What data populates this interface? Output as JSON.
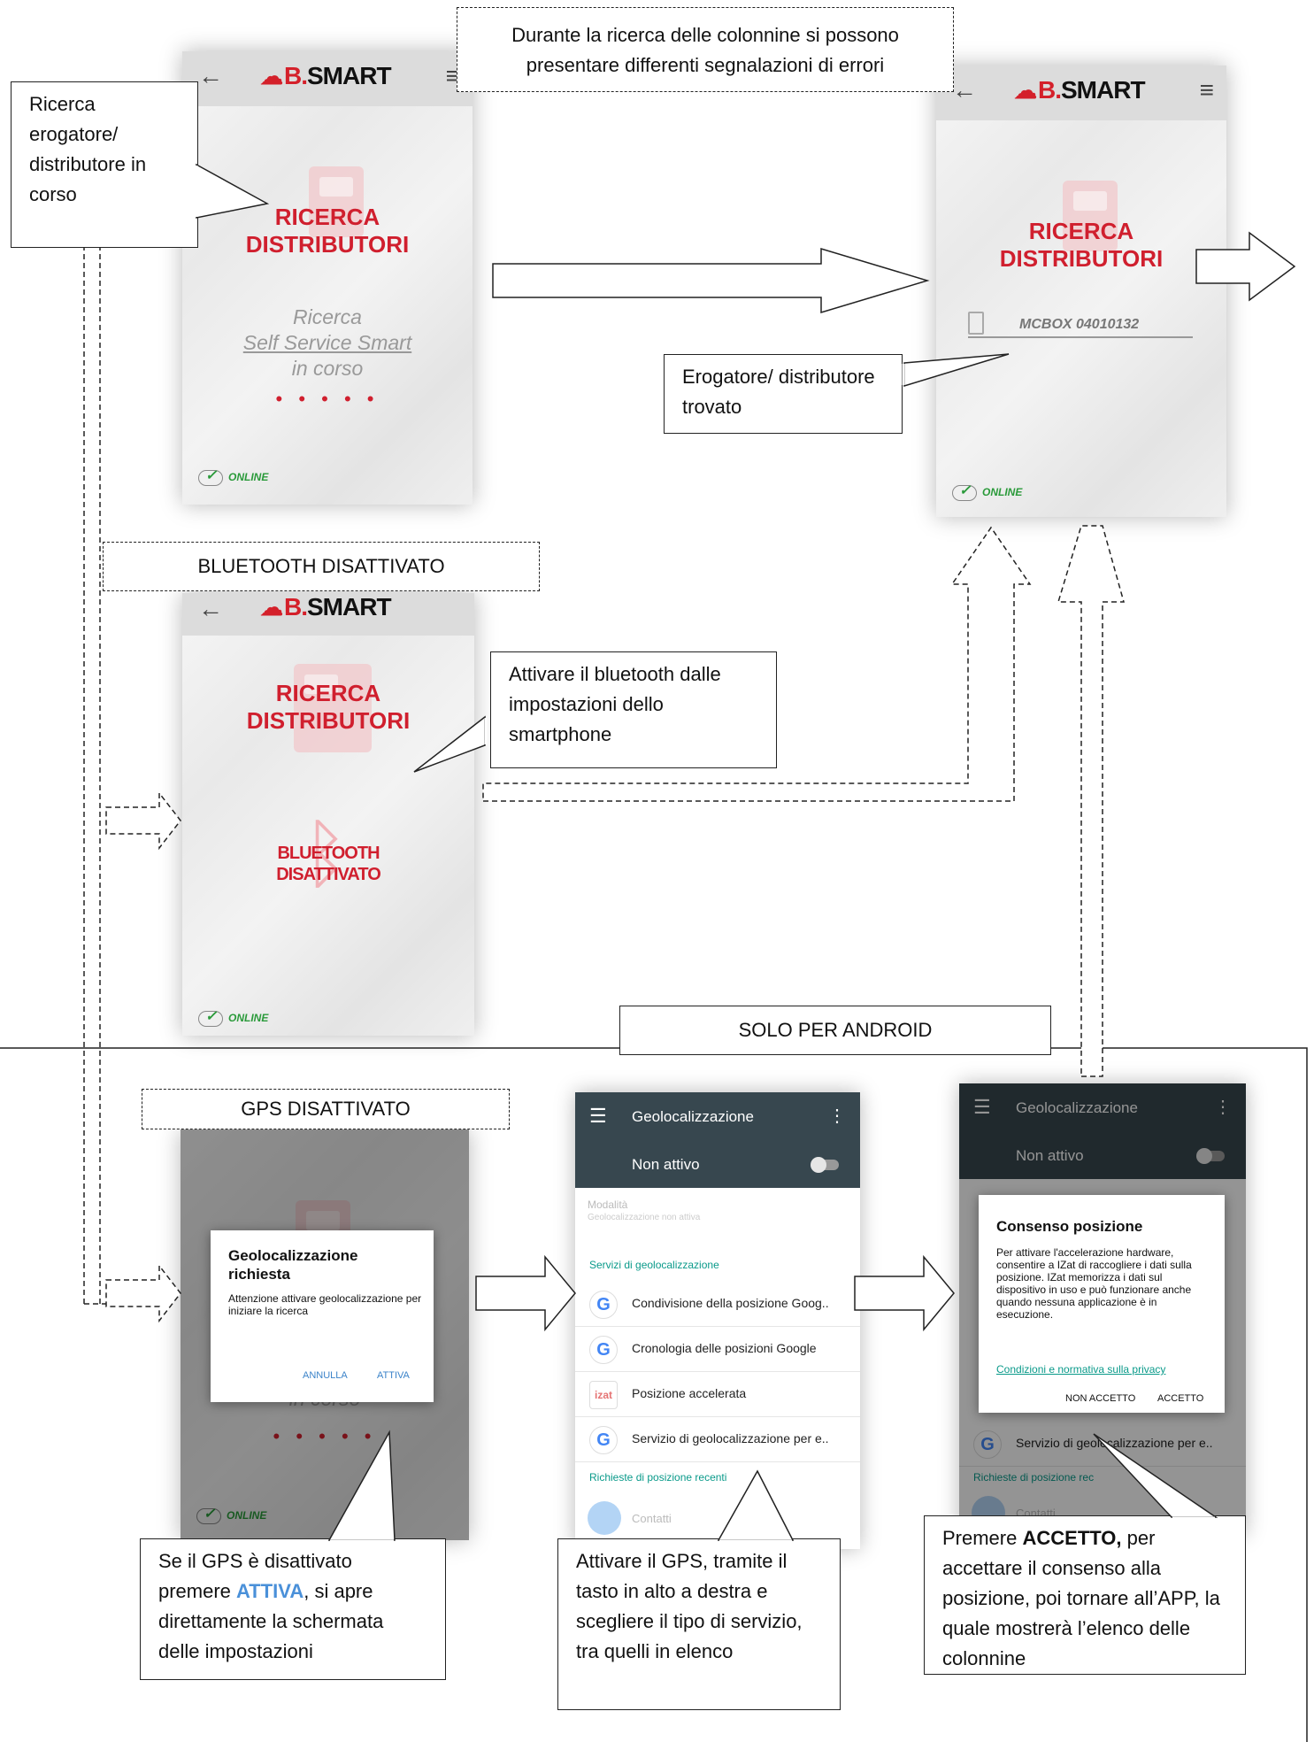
{
  "annotations": {
    "search_in_progress": "Ricerca erogatore/ distributore in corso",
    "errors_note": "Durante la ricerca delle colonnine si possono presentare differenti segnalazioni di errori",
    "found": "Erogatore/ distributore trovato",
    "bt_off_label": "BLUETOOTH DISATTIVATO",
    "bt_activate": "Attivare il bluetooth dalle impostazioni dello smartphone",
    "android_only": "SOLO PER ANDROID",
    "gps_off_label": "GPS DISATTIVATO",
    "gps_press_a": "Se il GPS è disattivato premere ",
    "gps_press_b": "ATTIVA",
    "gps_press_c": ", si apre direttamente la schermata delle impostazioni",
    "gps_activate": "Attivare il GPS, tramite il tasto in alto a destra e scegliere il tipo di servizio, tra quelli in elenco",
    "accept_a": "Premere ",
    "accept_b": "ACCETTO,",
    "accept_c": " per accettare il consenso alla posizione, poi tornare all’APP, la quale mostrerà l’elenco delle colonnine"
  },
  "app": {
    "logo_b": "B.",
    "logo_rest": "SMART",
    "search_title_1": "RICERCA",
    "search_title_2": "DISTRIBUTORI",
    "searching_1": "Ricerca",
    "searching_2": "Self Service Smart",
    "searching_3": "in corso",
    "dots": "• • • • •",
    "online": "ONLINE",
    "bt_1": "BLUETOOTH",
    "bt_2": "DISATTIVATO",
    "found_device": "MCBOX 04010132",
    "back_icon": "←",
    "menu_icon": "≡"
  },
  "gps_dialog": {
    "title": "Geolocalizzazione richiesta",
    "body": "Attenzione attivare geolocalizzazione per iniziare la ricerca",
    "cancel": "ANNULLA",
    "ok": "ATTIVA",
    "bg_text": "in corso"
  },
  "settings": {
    "title": "Geolocalizzazione",
    "status": "Non attivo",
    "mode_label": "Modalità",
    "mode_value": "Geolocalizzazione non attiva",
    "services_header": "Servizi di geolocalizzazione",
    "items": [
      "Condivisione della posizione Goog..",
      "Cronologia delle posizioni Google",
      "Posizione accelerata",
      "Servizio di geolocalizzazione per e.."
    ],
    "recent_header": "Richieste di posizione recenti",
    "recent_item": "Contatti",
    "recent_header_short": "Richieste di posizione rec",
    "service_item_bg": "Servizio di geolocalizzazione per e.."
  },
  "consent": {
    "title": "Consenso posizione",
    "body": "Per attivare l'accelerazione hardware, consentire a IZat di raccogliere i dati sulla posizione. IZat memorizza i dati sul dispositivo in uso e può funzionare anche quando nessuna applicazione è in esecuzione.",
    "link": "Condizioni e normativa sulla privacy",
    "decline": "NON ACCETTO",
    "accept": "ACCETTO"
  },
  "colors": {
    "brand_red": "#d01f2e",
    "attiva_blue": "#4a90d9",
    "android_bar": "#37474f"
  }
}
